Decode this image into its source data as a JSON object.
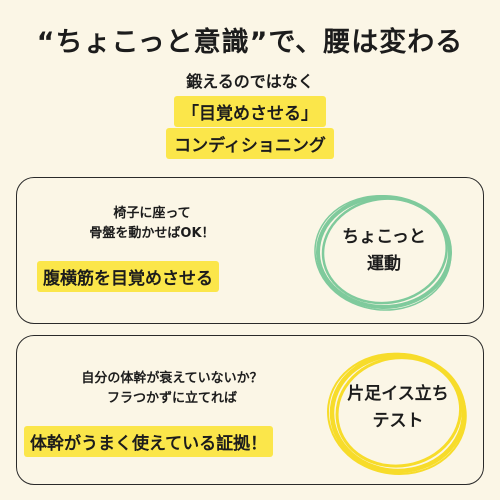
{
  "header": {
    "title": "“ちょこっと意識”で、腰は変わる",
    "subtitle": "鍛えるのではなく",
    "highlight_line1": "「目覚めさせる」",
    "highlight_line2": "コンディショニング"
  },
  "card1": {
    "text_line1": "椅子に座って",
    "text_line2": "骨盤を動かせばOK！",
    "highlight": "腹横筋を目覚めさせる",
    "ring_line1": "ちょこっと",
    "ring_line2": "運動",
    "ring_color": "#7fca9c"
  },
  "card2": {
    "text_line1": "自分の体幹が衰えていないか？",
    "text_line2": "フラつかずに立てれば",
    "highlight": "体幹がうまく使えている証拠！",
    "ring_line1": "片足イス立ち",
    "ring_line2": "テスト",
    "ring_color": "#f7dc2a"
  },
  "colors": {
    "background": "#fbf6e6",
    "highlight": "#fbe64a",
    "border": "#2a2a2a"
  }
}
